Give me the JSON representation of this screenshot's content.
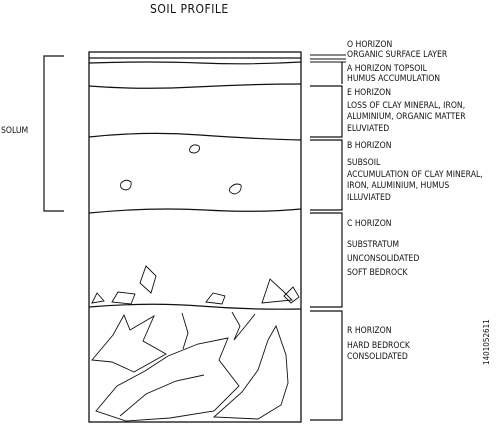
{
  "title": "SOIL PROFILE",
  "solum_label": "SOLUM",
  "horizons": [
    {
      "id": "o",
      "name": "O HORIZON",
      "lines": [
        "ORGANIC SURFACE LAYER"
      ]
    },
    {
      "id": "a",
      "name": "A HORIZON TOPSOIL",
      "lines": [
        "HUMUS ACCUMULATION"
      ]
    },
    {
      "id": "e",
      "name": "E HORIZON",
      "lines": [
        "LOSS OF CLAY MINERAL, IRON,",
        "ALUMINIUM, ORGANIC MATTER",
        "ELUVIATED"
      ]
    },
    {
      "id": "b",
      "name": "B HORIZON",
      "lines": [
        "SUBSOIL",
        "ACCUMULATION OF CLAY MINERAL,",
        "IRON, ALUMINIUM, HUMUS",
        "ILLUVIATED"
      ]
    },
    {
      "id": "c",
      "name": "C HORIZON",
      "lines": [
        "SUBSTRATUM",
        "UNCONSOLIDATED",
        "SOFT BEDROCK"
      ]
    },
    {
      "id": "r",
      "name": "R HORIZON",
      "lines": [
        "HARD BEDROCK",
        "CONSOLIDATED"
      ]
    }
  ],
  "watermark": "1401052611"
}
